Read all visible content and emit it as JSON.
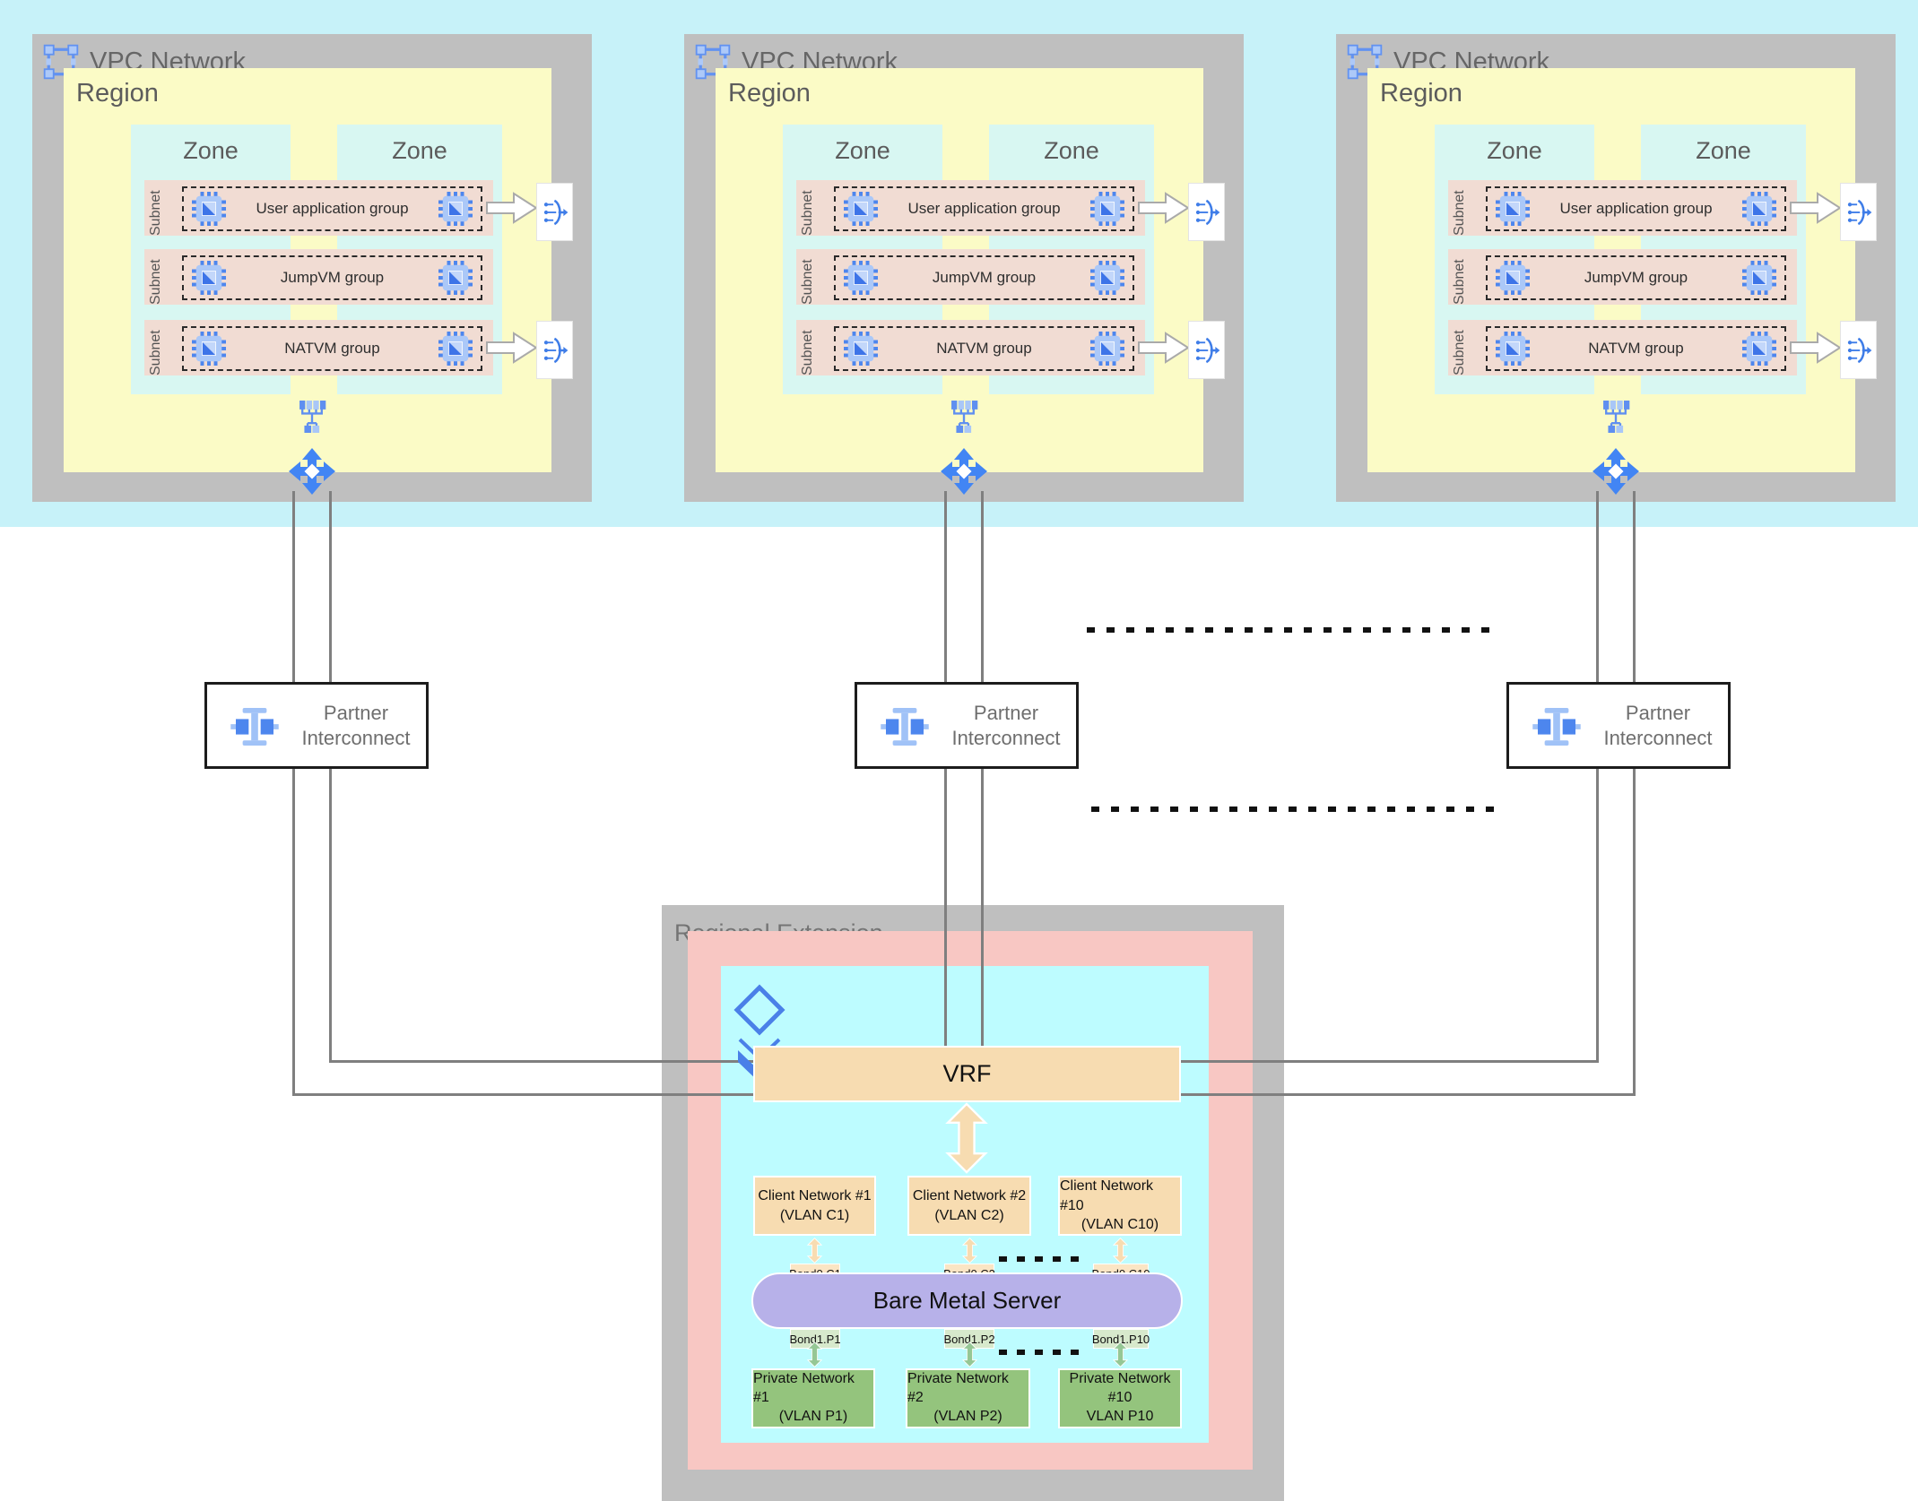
{
  "vpcs": [
    {
      "title": "VPC Network",
      "region": "Region",
      "zones": [
        "Zone",
        "Zone"
      ],
      "subnets": [
        {
          "side_label": "Subnet",
          "group_label": "User application group"
        },
        {
          "side_label": "Subnet",
          "group_label": "JumpVM group"
        },
        {
          "side_label": "Subnet",
          "group_label": "NATVM group"
        }
      ]
    },
    {
      "title": "VPC Network",
      "region": "Region",
      "zones": [
        "Zone",
        "Zone"
      ],
      "subnets": [
        {
          "side_label": "Subnet",
          "group_label": "User application group"
        },
        {
          "side_label": "Subnet",
          "group_label": "JumpVM group"
        },
        {
          "side_label": "Subnet",
          "group_label": "NATVM group"
        }
      ]
    },
    {
      "title": "VPC Network",
      "region": "Region",
      "zones": [
        "Zone",
        "Zone"
      ],
      "subnets": [
        {
          "side_label": "Subnet",
          "group_label": "User application group"
        },
        {
          "side_label": "Subnet",
          "group_label": "JumpVM group"
        },
        {
          "side_label": "Subnet",
          "group_label": "NATVM group"
        }
      ]
    }
  ],
  "partner_interconnects": [
    {
      "label": "Partner Interconnect"
    },
    {
      "label": "Partner Interconnect"
    },
    {
      "label": "Partner Interconnect"
    }
  ],
  "regional_extension": {
    "title": "Regional Extension",
    "vrf": "VRF",
    "client_networks": [
      {
        "line1": "Client Network #1",
        "line2": "(VLAN C1)"
      },
      {
        "line1": "Client Network #2",
        "line2": "(VLAN C2)"
      },
      {
        "line1": "Client Network #10",
        "line2": "(VLAN C10)"
      }
    ],
    "client_bonds": [
      "Bond0.C1",
      "Bond0.C2",
      "Bond0.C10"
    ],
    "server": "Bare Metal Server",
    "private_bonds": [
      "Bond1.P1",
      "Bond1.P2",
      "Bond1.P10"
    ],
    "private_networks": [
      {
        "line1": "Private Network #1",
        "line2": "(VLAN P1)"
      },
      {
        "line1": "Private Network #2",
        "line2": "(VLAN P2)"
      },
      {
        "line1": "Private Network",
        "line2": "#10",
        "line3": "VLAN P10"
      }
    ]
  },
  "icons": {
    "vpc": "vpc-network-icon",
    "vm": "vm-instance-chip-icon",
    "load_balancer": "load-balancer-icon",
    "switch": "network-switch-icon",
    "router": "cloud-router-icon",
    "partner_interconnect": "partner-interconnect-icon",
    "attachment": "vlan-attachment-layers-icon"
  },
  "colors": {
    "top_band": "#c7f2f9",
    "container_gray": "#bfbfbf",
    "region_yellow": "#fbfbc6",
    "zone_cyan": "#d8f7f2",
    "subnet_pink": "#f1dcd3",
    "extension_pink": "#f8c7c3",
    "extension_cyan": "#bdfcff",
    "vrf_tan": "#f7dcb1",
    "server_purple": "#b7b1e9",
    "private_green": "#94c47d",
    "icon_blue": "#4285f4",
    "line_gray": "#7f7f7f"
  }
}
